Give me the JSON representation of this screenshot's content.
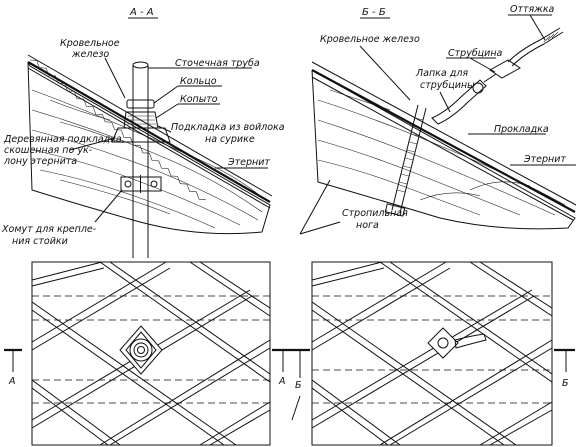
{
  "sections": {
    "left_title": "А - А",
    "right_title": "Б - Б"
  },
  "left_labels": {
    "roof_iron": "Кровельное",
    "roof_iron_2": "железо",
    "drain_pipe": "Сточечная труба",
    "ring": "Кольцо",
    "hoof": "Копыто",
    "felt_pad": "Подкладка из войлока",
    "felt_pad_2": "на сурике",
    "wood_pad_1": "Деревянная подкладка,",
    "wood_pad_2": "скошенная по ук-",
    "wood_pad_3": "лону этернита",
    "eternit": "Этернит",
    "clamp_1": "Хомут для крепле-",
    "clamp_2": "ния стойки"
  },
  "right_labels": {
    "roof_iron": "Кровельное железо",
    "guy": "Оттяжка",
    "clamp": "Струбцина",
    "paw_1": "Лапка для",
    "paw_2": "струбцины",
    "gasket": "Прокладка",
    "eternit": "Этернит",
    "rafter_1": "Стропильная",
    "rafter_2": "нога"
  },
  "plan_marks": {
    "left_a": "А",
    "right_b": "Б",
    "right_a": "А",
    "left_b": "Б"
  }
}
